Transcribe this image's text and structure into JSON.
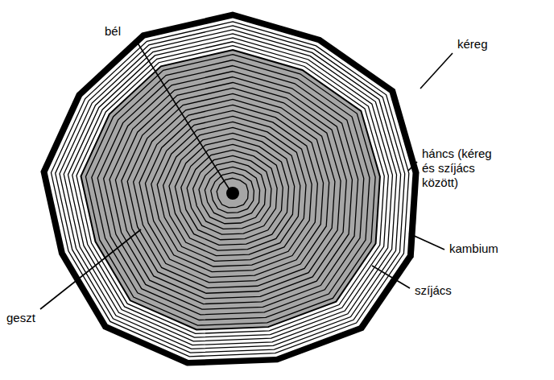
{
  "diagram": {
    "labels": [
      "bél",
      "kéreg",
      "háncs (kéreg és szíjács között)",
      "kambium",
      "szíjács",
      "geszt"
    ]
  }
}
